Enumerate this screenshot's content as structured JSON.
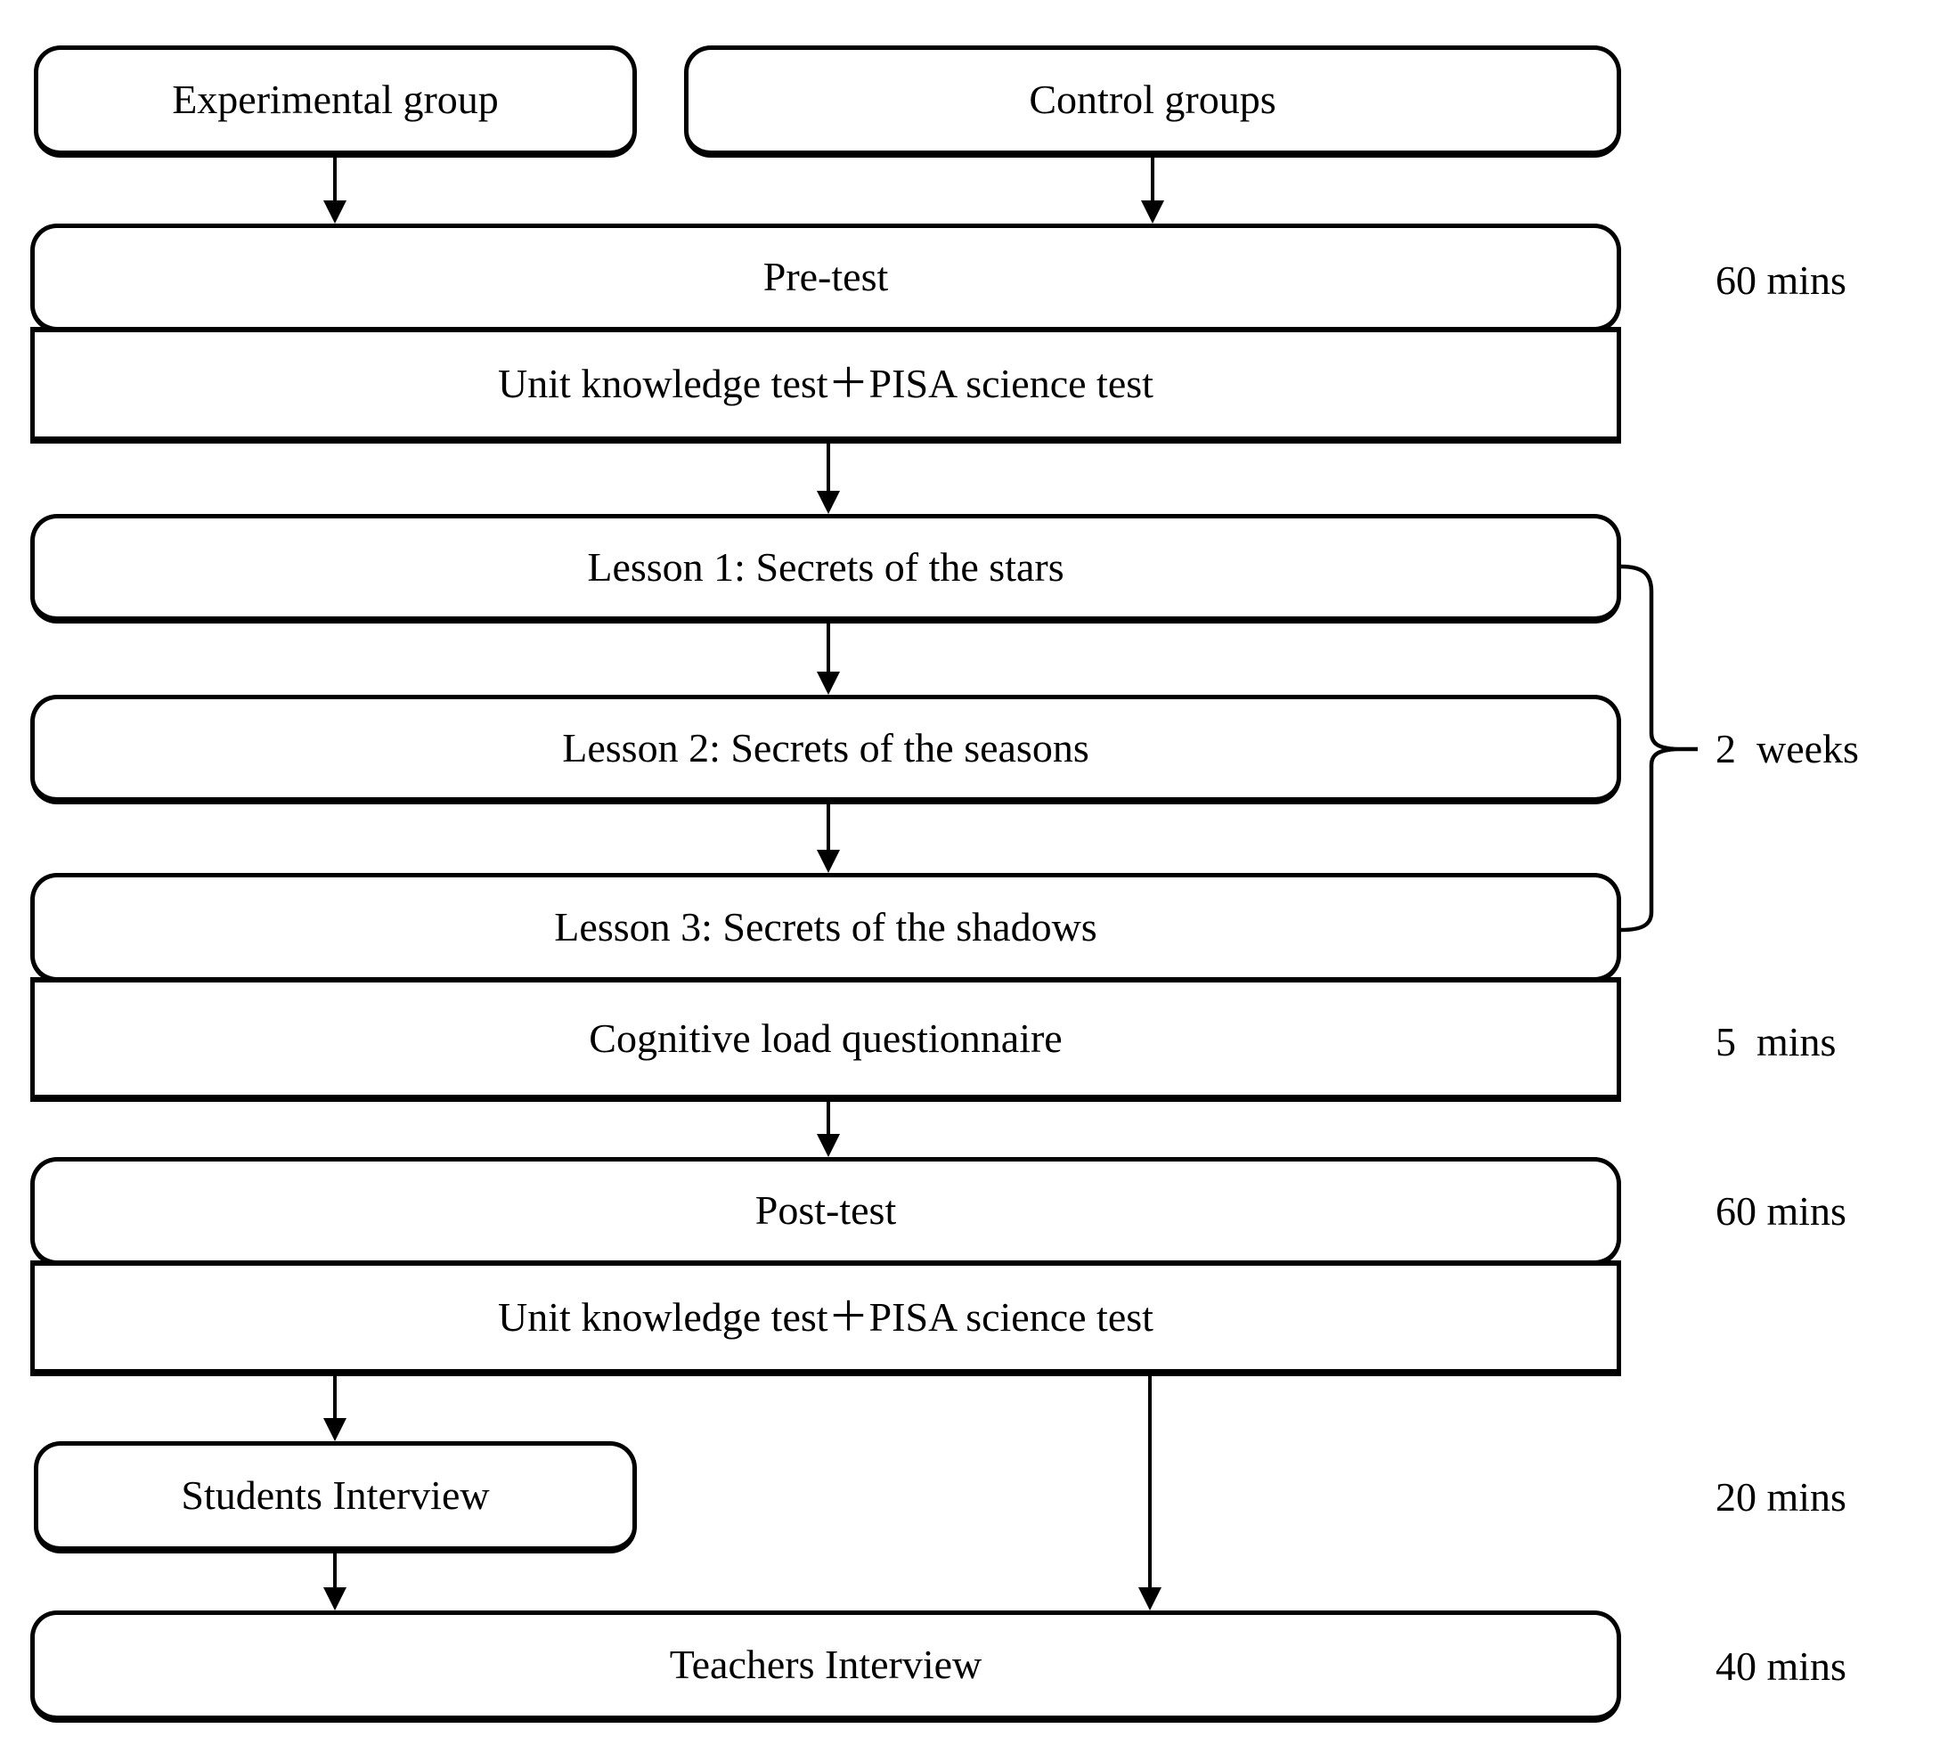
{
  "flowchart": {
    "nodes": {
      "experimental_group": "Experimental group",
      "control_groups": "Control groups",
      "pre_test": "Pre-test",
      "pre_test_detail": "Unit knowledge test＋PISA science test",
      "lesson_1": "Lesson 1: Secrets of the stars",
      "lesson_2": "Lesson 2: Secrets of the seasons",
      "lesson_3": "Lesson 3: Secrets of the shadows",
      "cognitive_load": "Cognitive load questionnaire",
      "post_test": "Post-test",
      "post_test_detail": "Unit knowledge test＋PISA science test",
      "students_interview": "Students Interview",
      "teachers_interview": "Teachers Interview"
    },
    "durations": {
      "pre_test": "60 mins",
      "lessons_bracket": "2  weeks",
      "cognitive_load": "5  mins",
      "post_test": "60 mins",
      "students_interview": "20 mins",
      "teachers_interview": "40 mins"
    },
    "colors": {
      "stroke": "#000000",
      "text": "#000000",
      "background": "#ffffff"
    }
  }
}
